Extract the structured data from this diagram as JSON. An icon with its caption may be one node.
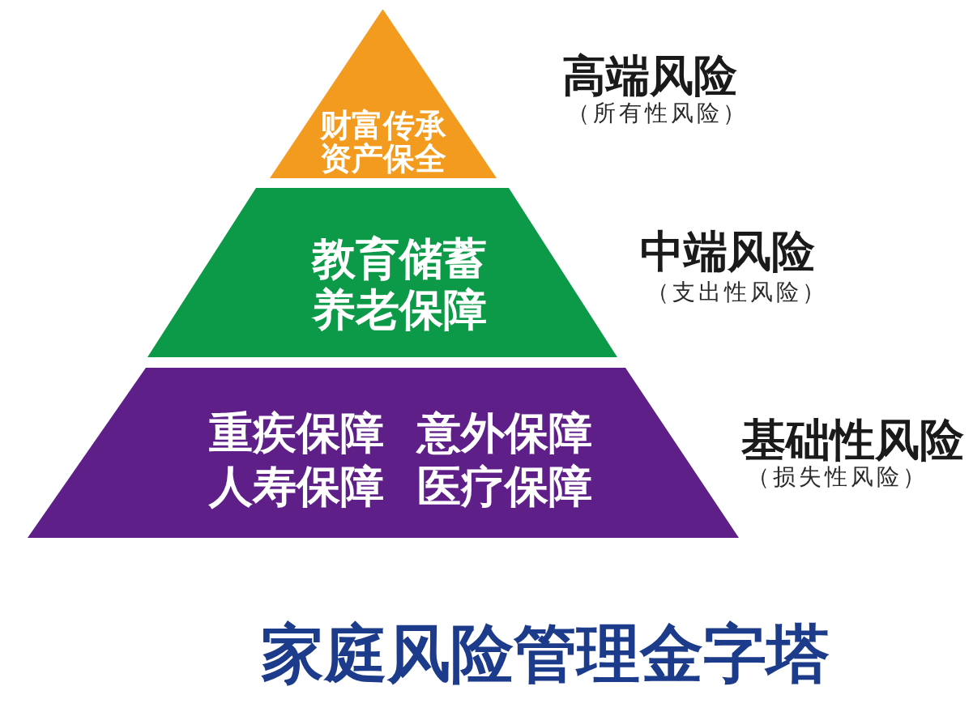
{
  "diagram": {
    "title": "家庭风险管理金字塔",
    "nodes": [
      {
        "text": [
          "财富传承",
          "资产保全"
        ],
        "beside": [
          "高端风险",
          "（所有性风险）"
        ]
      },
      {
        "text": [
          "教育储蓄",
          "养老保障"
        ],
        "beside": [
          "中端风险",
          "（支出性风险）"
        ]
      },
      {
        "text": [
          "重疾保障",
          "意外保障",
          "人寿保障",
          "医疗保障"
        ],
        "beside": [
          "基础性风险",
          "（损失性风险）"
        ]
      }
    ]
  }
}
